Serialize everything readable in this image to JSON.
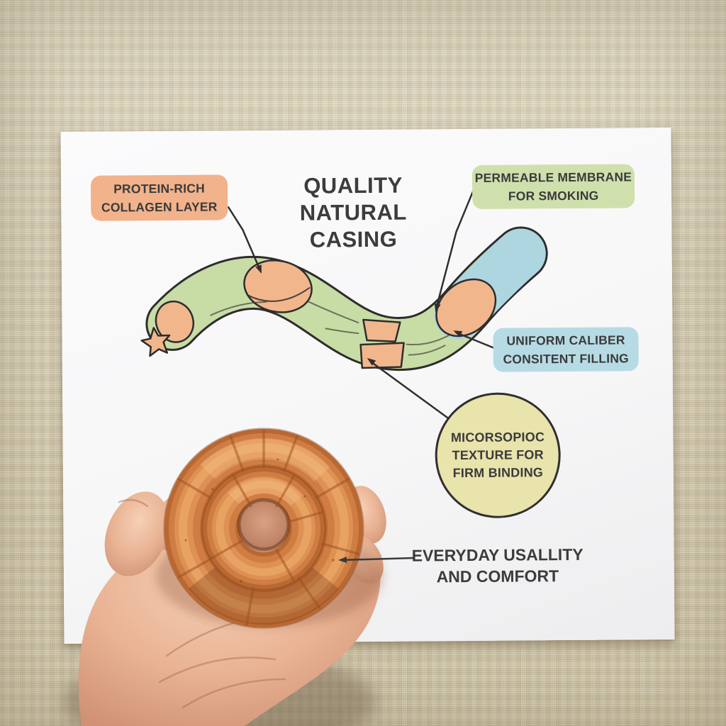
{
  "poster": {
    "title": {
      "line1": "QUALITY",
      "line2": "NATURAL",
      "line3": "CASING"
    },
    "labels": {
      "collagen": {
        "line1": "PROTEIN-RICH",
        "line2": "COLLAGEN LAYER"
      },
      "membrane": {
        "line1": "PERMEABLE MEMBRANE",
        "line2": "FOR SMOKING"
      },
      "caliber": {
        "line1": "UNIFORM CALIBER",
        "line2": "CONSITENT FILLING"
      },
      "texture": {
        "line1": "MICORSOPIOC",
        "line2": "TEXTURE FOR",
        "line3": "FIRM BINDING"
      },
      "usability": {
        "line1": "EVERYDAY USALLITY",
        "line2": "AND COMFORT"
      }
    },
    "colors": {
      "collagen_box": "#f2b28b",
      "membrane_box": "#cfe0ad",
      "caliber_box": "#b7dbe4",
      "texture_circle": "#e9e3ac",
      "tube_green": "#c8dda6",
      "tube_orange": "#f2b68d",
      "tube_blue": "#aed6e1",
      "outline": "#2f2f2f",
      "text": "#3b3b3b",
      "paper": "#f8f8f8",
      "fabric_background": "#d8cfb4",
      "sausage": "#cf7d42",
      "skin": "#e9b394"
    }
  }
}
